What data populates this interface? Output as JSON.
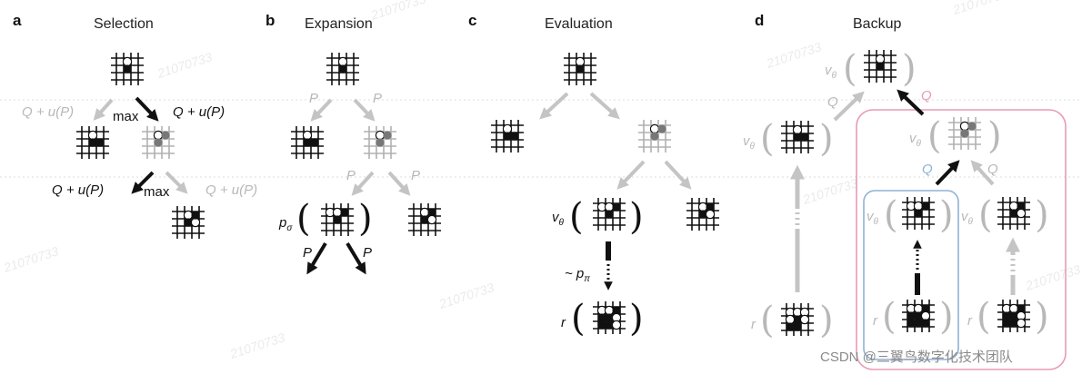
{
  "panels": [
    {
      "letter": "a",
      "title": "Selection"
    },
    {
      "letter": "b",
      "title": "Expansion"
    },
    {
      "letter": "c",
      "title": "Evaluation"
    },
    {
      "letter": "d",
      "title": "Backup"
    }
  ],
  "selection": {
    "left_label": "Q + u(P)",
    "max_label_1": "max",
    "right_label": "Q + u(P)",
    "lower_left_label": "Q + u(P)",
    "max_label_2": "max",
    "lower_right_label": "Q + u(P)"
  },
  "expansion": {
    "p_label_1": "P",
    "p_label_2": "P",
    "p_label_3": "P",
    "p_label_4": "P",
    "p_sigma": "p",
    "p_sigma_sub": "σ",
    "p_label_5": "P",
    "p_label_6": "P"
  },
  "evaluation": {
    "v_theta": "v",
    "v_theta_sub": "θ",
    "rollout_label": "~ p",
    "rollout_sub": "π",
    "r_label": "r"
  },
  "backup": {
    "q_top": "Q",
    "q_pink": "Q",
    "q_blue": "Q",
    "q_right": "Q",
    "v": "v",
    "v_sub": "θ",
    "r": "r"
  },
  "watermark": "21070733",
  "footer": "CSDN @三翼鸟数字化技术团队",
  "colors": {
    "dark": "#111111",
    "grey": "#b8b8b8",
    "pink": "#e89ab8",
    "blue": "#8fb2d6"
  }
}
